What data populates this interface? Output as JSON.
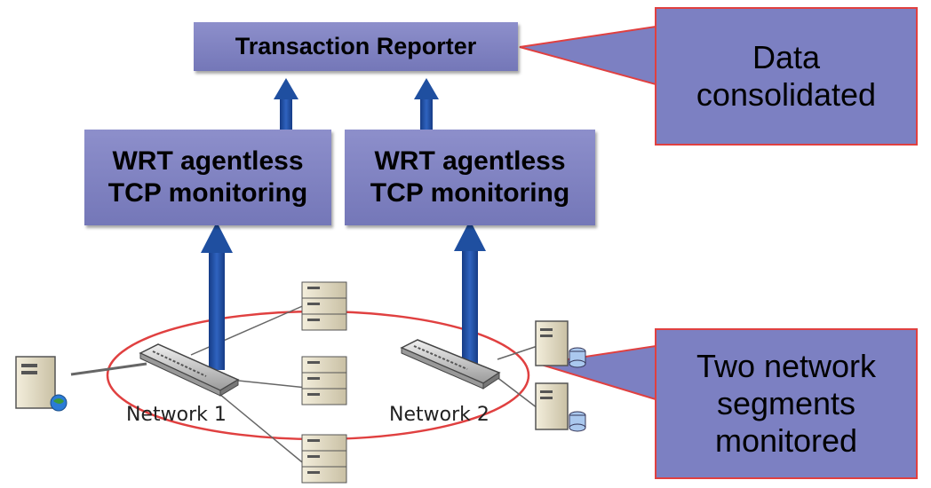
{
  "top_box": {
    "label": "Transaction Reporter"
  },
  "monitor_boxes": [
    {
      "line1": "WRT agentless",
      "line2": "TCP monitoring"
    },
    {
      "line1": "WRT agentless",
      "line2": "TCP monitoring"
    }
  ],
  "callouts": {
    "data": {
      "line1": "Data",
      "line2": "consolidated"
    },
    "segments": {
      "line1": "Two network",
      "line2": "segments",
      "line3": "monitored"
    }
  },
  "networks": [
    {
      "label": "Network 1"
    },
    {
      "label": "Network 2"
    }
  ],
  "colors": {
    "box": "#7c80c2",
    "arrow": "#1f4fa0",
    "outline": "#e04040"
  }
}
